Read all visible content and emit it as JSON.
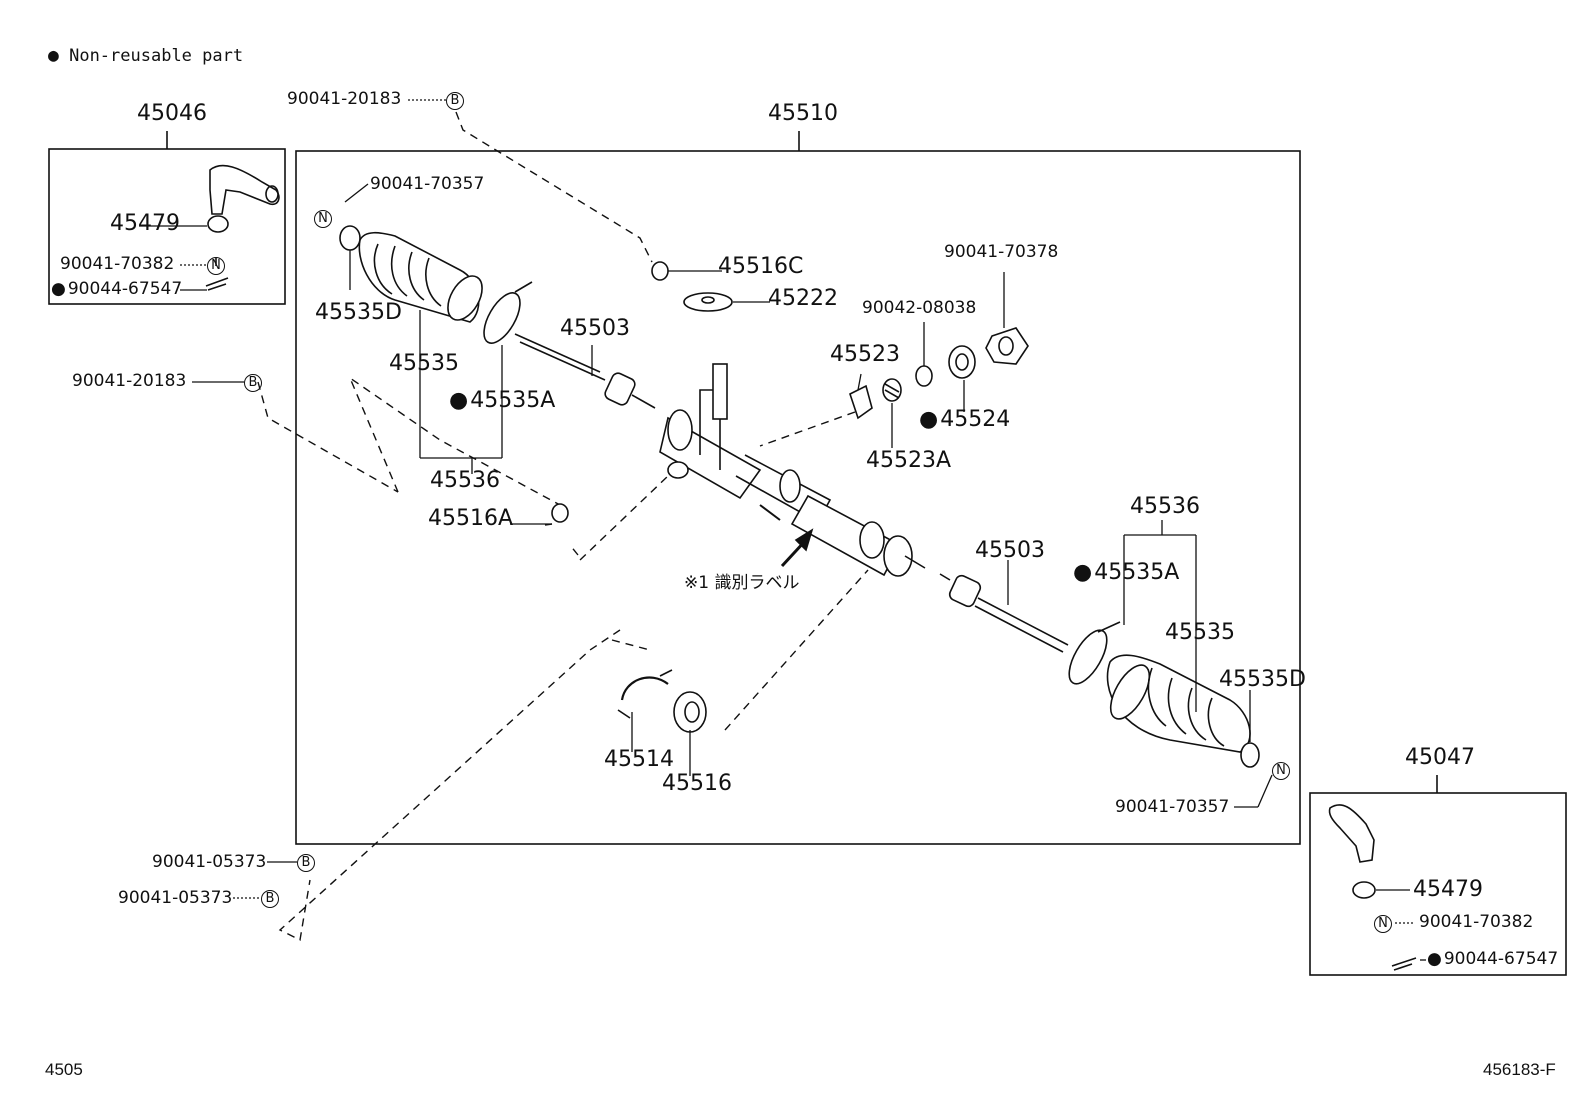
{
  "legend": {
    "text": "Non-reusable part",
    "marker": "●"
  },
  "labels": {
    "assy_main": "45510",
    "assy_left_end": "45046",
    "assy_right_end": "45047",
    "l_ring": "45479",
    "l_pin": "90041-70382",
    "l_cotter": "90044-67547",
    "b_top": "90041-20183",
    "b_left": "90041-20183",
    "clip_left": "90041-70357",
    "boot_clamp_left": "45535D",
    "boot_left": "45535",
    "band_left": "45535A",
    "set_left": "45536",
    "grommet_a": "45516A",
    "tie_rod_left": "45503",
    "grommet_c": "45516C",
    "cover": "45222",
    "yoke": "45523",
    "spring": "45523A",
    "lock_nut": "90041-70378",
    "washer": "90042-08038",
    "plug": "45524",
    "label_note": "※1 識別ラベル",
    "tie_rod_right": "45503",
    "set_right": "45536",
    "band_right": "45535A",
    "boot_right": "45535",
    "boot_clamp_right": "45535D",
    "clip_right": "90041-70357",
    "bracket": "45514",
    "bushing": "45516",
    "bolt_1": "90041-05373",
    "bolt_2": "90041-05373",
    "r_ring": "45479",
    "r_pin": "90041-70382",
    "r_cotter": "90044-67547"
  },
  "markers": {
    "b": "B",
    "n": "N"
  },
  "footer": {
    "left": "4505",
    "right": "456183-F"
  }
}
